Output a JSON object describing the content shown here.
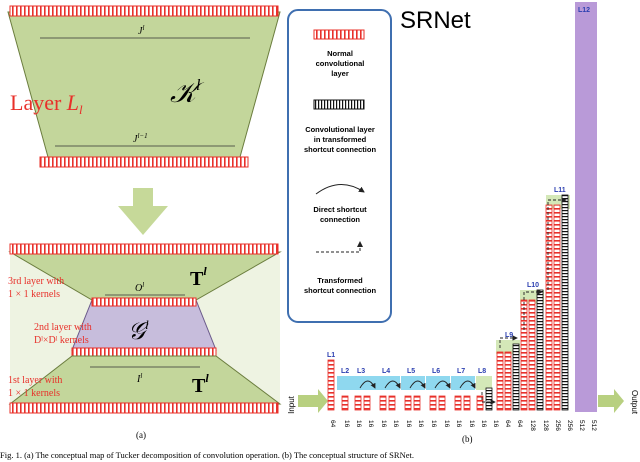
{
  "panel_a": {
    "layer_label": "Layer",
    "layer_symbol": "L",
    "layer_index": "l",
    "top_kernel_symbol": "𝒦",
    "kernel_superscript": "l",
    "top_dim_label": "J",
    "top_dim_sup": "l",
    "bottom_dim_label": "J",
    "bottom_dim_sup": "l−1",
    "layer3_label_line1": "3rd layer with",
    "layer3_label_line2": "1 × 1 kernels",
    "layer2_label_line1": "2nd layer with",
    "layer2_label_line2": "Dˡ×Dˡ kernels",
    "layer1_label_line1": "1st layer with",
    "layer1_label_line2": "1 × 1 kernels",
    "tensor_top": "T",
    "tensor_bottom": "T",
    "tensor_sup": "l",
    "core_symbol": "𝒢",
    "core_sup": "l",
    "o_label": "O",
    "o_sup": "l",
    "i_label": "I",
    "i_sup": "l",
    "caption": "(a)",
    "colors": {
      "green": "#c3d69b",
      "purple": "#c7bddc",
      "red": "#e8302a",
      "arrow": "#b8d080"
    }
  },
  "panel_b": {
    "title": "SRNet",
    "caption": "(b)",
    "input_label": "Input",
    "output_label": "Output",
    "legend": {
      "normal": "Normal convolutional layer",
      "transformed_conv": "Convolutional layer in transformed shortcut connection",
      "direct": "Direct shortcut connection",
      "transformed": "Transformed shortcut connection"
    },
    "layers": [
      "L1",
      "L2",
      "L3",
      "L4",
      "L5",
      "L6",
      "L7",
      "L8",
      "L9",
      "L10",
      "L11",
      "L12"
    ],
    "channels": [
      "64",
      "16",
      "16",
      "16",
      "16",
      "16",
      "16",
      "16",
      "16",
      "64",
      "128",
      "256",
      "512"
    ],
    "colors": {
      "blue": "#8fd8ef",
      "green": "#d4e8b8",
      "purple": "#b99ad8",
      "red": "#e8302a",
      "label_blue": "#2b3fb0"
    }
  },
  "figure_caption": "Fig. 1.   (a) The conceptual map of Tucker decomposition of convolution operation. (b) The conceptual structure of SRNet."
}
